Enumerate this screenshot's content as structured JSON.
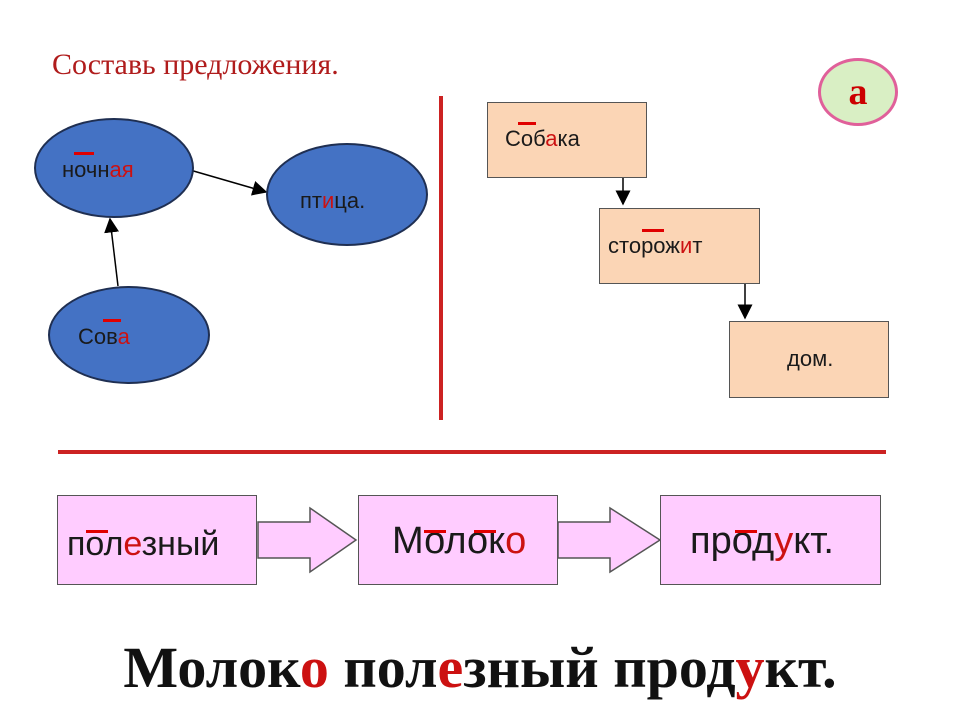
{
  "title": "Составь предложения.",
  "badge": "а",
  "left_group": {
    "node1": {
      "pre": "ноч",
      "red": "",
      "mid": "н",
      "red2": "ая",
      "post": ""
    },
    "node2": {
      "pre": "пт",
      "red": "и",
      "post": "ца."
    },
    "node3": {
      "pre": "Сов",
      "red": "а",
      "post": ""
    }
  },
  "right_group": {
    "box1": {
      "pre": "Соб",
      "red": "а",
      "post": "ка"
    },
    "box2": {
      "pre": "сторож",
      "red": "и",
      "post": "т"
    },
    "box3": {
      "text": "дом."
    }
  },
  "bottom_row": {
    "box1": {
      "pre": "пол",
      "red": "е",
      "post": "зный"
    },
    "box2": {
      "pre": "Молок",
      "red": "о",
      "post": ""
    },
    "box3": {
      "pre": "прод",
      "red": "у",
      "post": "кт."
    }
  },
  "sentence": {
    "p1": "Молок",
    "r1": "о",
    "p2": " пол",
    "r2": "е",
    "p3": "зный прод",
    "r3": "у",
    "p4": "кт."
  },
  "colors": {
    "accent_red": "#cc1111",
    "oval_blue": "#4472c4",
    "peach": "#fbd5b5",
    "pink": "#ffccff",
    "badge_green": "#d9efc4"
  }
}
